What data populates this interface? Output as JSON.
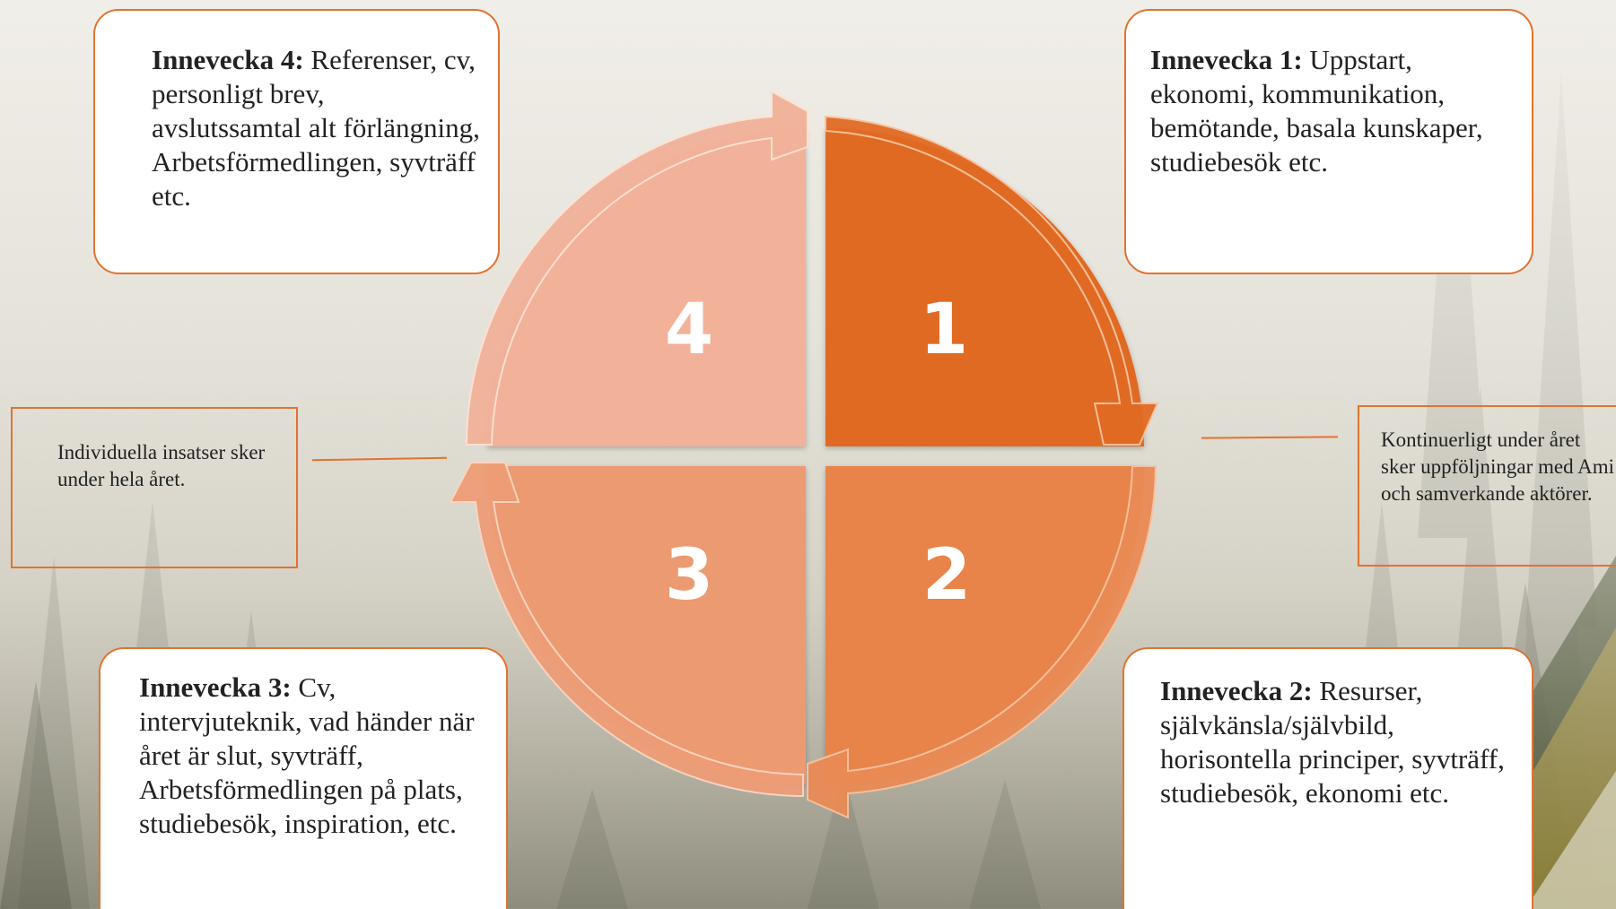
{
  "quadrants": [
    {
      "number": "1",
      "color": "#e06a22"
    },
    {
      "number": "2",
      "color": "#e8844a"
    },
    {
      "number": "3",
      "color": "#ec9a72"
    },
    {
      "number": "4",
      "color": "#f1b299"
    }
  ],
  "boxes": {
    "w1": {
      "title": "Innevecka 1:",
      "text": " Uppstart, ekonomi, kommunikation, bemötande, basala kunskaper, studiebesök etc."
    },
    "w2": {
      "title": "Innevecka 2:",
      "text": " Resurser, självkänsla/självbild, horisontella principer, syvträff, studiebesök, ekonomi etc."
    },
    "w3": {
      "title": "Innevecka 3:",
      "text": " Cv, intervjuteknik, vad händer när året är slut, syvträff, Arbetsförmedlingen på plats, studiebesök, inspiration, etc."
    },
    "w4": {
      "title": "Innevecka 4:",
      "text": " Referenser, cv, personligt brev, avslutssamtal alt förlängning, Arbetsförmedlingen, syvträff etc."
    }
  },
  "notes": {
    "left": "Individuella insatser sker under hela året.",
    "right": "Kontinuerligt under året sker uppföljningar med Ami och samverkande aktörer."
  },
  "colors": {
    "accent": "#e1732f"
  }
}
